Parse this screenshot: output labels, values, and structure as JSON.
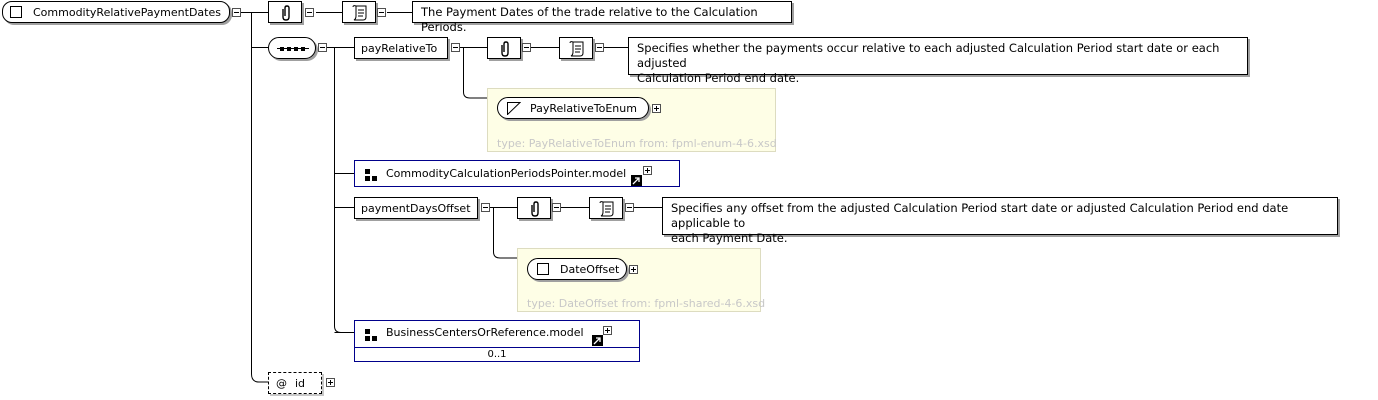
{
  "root": {
    "name": "CommodityRelativePaymentDates",
    "doc": "The Payment Dates of the trade relative to the Calculation Periods."
  },
  "payRelativeTo": {
    "name": "payRelativeTo",
    "doc_line1": "Specifies whether the payments occur relative to each adjusted Calculation Period start date or each adjusted",
    "doc_line2": "Calculation Period end date.",
    "type_name": "PayRelativeToEnum",
    "type_note": "type: PayRelativeToEnum from: fpml-enum-4-6.xsd"
  },
  "commodityModel": {
    "name": "CommodityCalculationPeriodsPointer.model"
  },
  "paymentDaysOffset": {
    "name": "paymentDaysOffset",
    "doc_line1": "Specifies any offset from the adjusted Calculation Period start date or adjusted Calculation Period end date applicable to",
    "doc_line2": "each Payment Date.",
    "type_name": "DateOffset",
    "type_note": "type: DateOffset from: fpml-shared-4-6.xsd"
  },
  "businessModel": {
    "name": "BusinessCentersOrReference.model",
    "cardinality": "0..1"
  },
  "attribute": {
    "name": "id",
    "prefix": "@"
  },
  "icons": {
    "element": "square-icon",
    "annotation": "paperclip-icon",
    "documentation": "scroll-icon",
    "sequence": "sequence-icon",
    "group": "group-icon",
    "shortcut": "shortcut-arrow-icon",
    "simpletype": "simple-type-icon"
  }
}
